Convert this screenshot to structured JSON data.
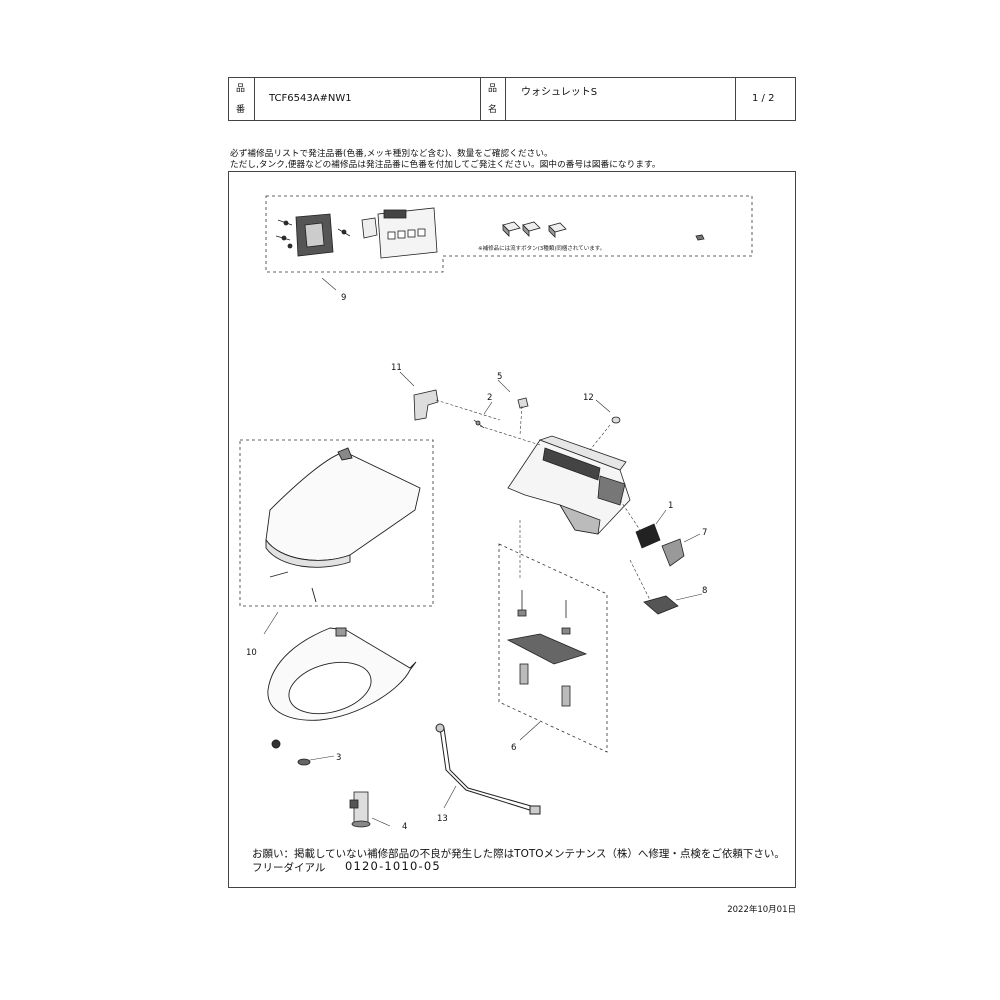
{
  "header": {
    "label_hin": "品",
    "label_ban": "番",
    "product_code": "TCF6543A#NW1",
    "label_hin2": "品",
    "label_mei": "名",
    "product_name": "ウォシュレットS",
    "page": "1 / 2"
  },
  "notes": {
    "line1": "必ず補修品リストで発注品番(色番,メッキ種別など含む)、数量をご確認ください。",
    "line2": "ただし,タンク,便器などの補修品は発注品番に色番を付加してご発注ください。図中の番号は図番になります。"
  },
  "diagram": {
    "remote_note": "※補修品には流すボタン(3種類)同梱されています。",
    "callouts": [
      "1",
      "2",
      "3",
      "4",
      "5",
      "6",
      "7",
      "8",
      "9",
      "10",
      "11",
      "12",
      "13"
    ]
  },
  "footer": {
    "request": "お願い：掲載していない補修部品の不良が発生した際はTOTOメンテナンス（株）へ修理・点検をご依頼下さい。",
    "freedial_label": "フリーダイアル",
    "freedial_number": "0120-1010-05"
  },
  "date": "2022年10月01日"
}
